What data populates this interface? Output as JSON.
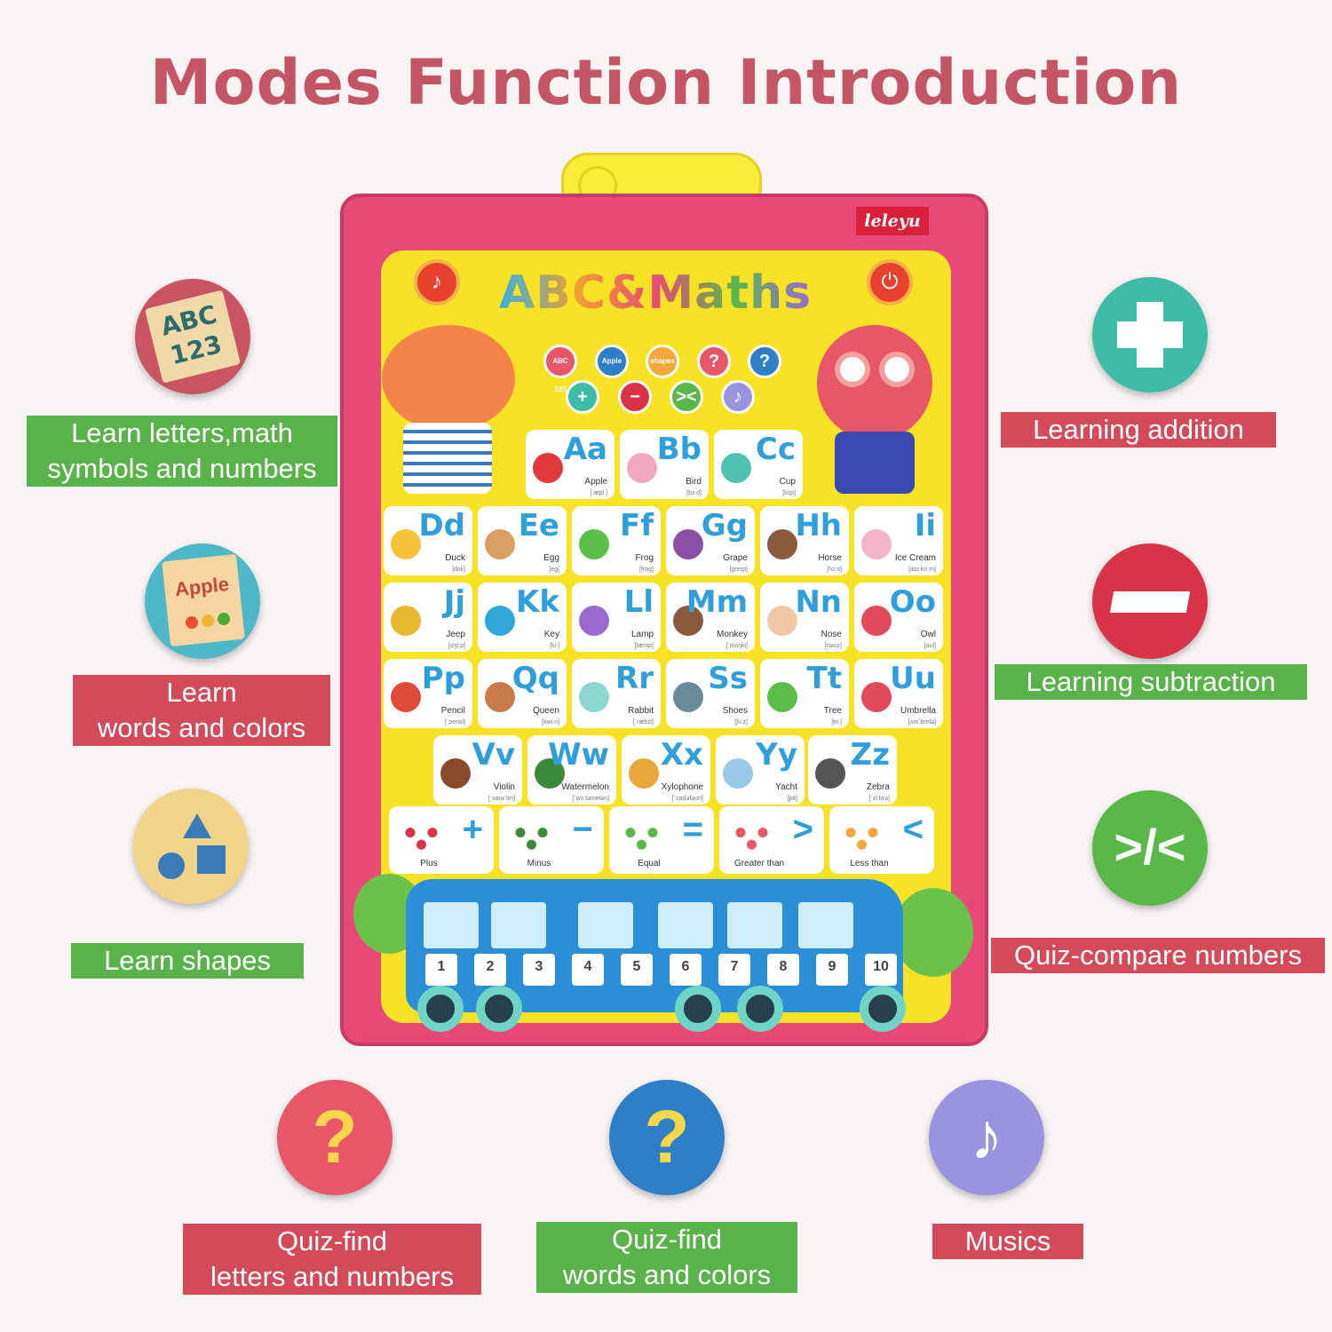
{
  "title": "Modes Function Introduction",
  "poster": {
    "brand": "leleyu",
    "heading": "ABC&Maths",
    "mode_icons": [
      "ABC 123",
      "Apple",
      "shapes",
      "?",
      "?",
      "+",
      "−",
      "><",
      "♪"
    ],
    "letters": [
      {
        "big": "Aa",
        "word": "Apple",
        "ipa": "[ æpl ]",
        "color": "#e03a3a"
      },
      {
        "big": "Bb",
        "word": "Bird",
        "ipa": "[bɜːd]",
        "color": "#f0a8c0"
      },
      {
        "big": "Cc",
        "word": "Cup",
        "ipa": "[kʌp]",
        "color": "#4fc2b0"
      },
      {
        "big": "Dd",
        "word": "Duck",
        "ipa": "[dʌk]",
        "color": "#f5c23a"
      },
      {
        "big": "Ee",
        "word": "Egg",
        "ipa": "[eg]",
        "color": "#d9a066"
      },
      {
        "big": "Ff",
        "word": "Frog",
        "ipa": "[frɒg]",
        "color": "#5bbf4a"
      },
      {
        "big": "Gg",
        "word": "Grape",
        "ipa": "[greɪp]",
        "color": "#8a4fa8"
      },
      {
        "big": "Hh",
        "word": "Horse",
        "ipa": "[hɔːs]",
        "color": "#8b5a3c"
      },
      {
        "big": "Ii",
        "word": "Ice Cream",
        "ipa": "[aɪs kriːm]",
        "color": "#f2b6c8"
      },
      {
        "big": "Jj",
        "word": "Jeep",
        "ipa": "[dʒiːp]",
        "color": "#e8b830"
      },
      {
        "big": "Kk",
        "word": "Key",
        "ipa": "[kiː]",
        "color": "#2fa8d8"
      },
      {
        "big": "Ll",
        "word": "Lamp",
        "ipa": "[læmp]",
        "color": "#9a6ad0"
      },
      {
        "big": "Mm",
        "word": "Monkey",
        "ipa": "[ˈmʌŋki]",
        "color": "#8b5a3c"
      },
      {
        "big": "Nn",
        "word": "Nose",
        "ipa": "[nəʊz]",
        "color": "#f0c8a8"
      },
      {
        "big": "Oo",
        "word": "Owl",
        "ipa": "[aʊl]",
        "color": "#e04a5a"
      },
      {
        "big": "Pp",
        "word": "Pencil",
        "ipa": "[ˈpensl]",
        "color": "#e04a3a"
      },
      {
        "big": "Qq",
        "word": "Queen",
        "ipa": "[kwiːn]",
        "color": "#c87a4a"
      },
      {
        "big": "Rr",
        "word": "Rabbit",
        "ipa": "[ˈræbɪt]",
        "color": "#8ad8d0"
      },
      {
        "big": "Ss",
        "word": "Shoes",
        "ipa": "[ʃuːz]",
        "color": "#6a8a9a"
      },
      {
        "big": "Tt",
        "word": "Tree",
        "ipa": "[triː]",
        "color": "#5bbf4a"
      },
      {
        "big": "Uu",
        "word": "Umbrella",
        "ipa": "[ʌmˈbrelə]",
        "color": "#e04a5a"
      },
      {
        "big": "Vv",
        "word": "Violin",
        "ipa": "[ˌvaɪəˈlɪn]",
        "color": "#8b4a2a"
      },
      {
        "big": "Ww",
        "word": "Watermelon",
        "ipa": "[ˈwɔːtəmelən]",
        "color": "#3a8a3a"
      },
      {
        "big": "Xx",
        "word": "Xylophone",
        "ipa": "[ˈzaɪləfəʊn]",
        "color": "#e8a83a"
      },
      {
        "big": "Yy",
        "word": "Yacht",
        "ipa": "[jɒt]",
        "color": "#9ac8e8"
      },
      {
        "big": "Zz",
        "word": "Zebra",
        "ipa": "[ˈziːbrə]",
        "color": "#555555"
      }
    ],
    "math": [
      {
        "sym": "+",
        "word": "Plus"
      },
      {
        "sym": "−",
        "word": "Minus"
      },
      {
        "sym": "=",
        "word": "Equal"
      },
      {
        "sym": ">",
        "word": "Greater than"
      },
      {
        "sym": "<",
        "word": "Less than"
      }
    ],
    "numbers": [
      "1",
      "2",
      "3",
      "4",
      "5",
      "6",
      "7",
      "8",
      "9",
      "10"
    ]
  },
  "features": {
    "letters": {
      "line1": "Learn letters,math",
      "line2": "symbols and numbers",
      "icon_text": "ABC 123"
    },
    "words": {
      "line1": "Learn",
      "line2": "words and colors",
      "icon_text": "Apple"
    },
    "shapes": {
      "line1": "Learn shapes"
    },
    "addition": {
      "line1": "Learning addition"
    },
    "subtraction": {
      "line1": "Learning subtraction"
    },
    "compare": {
      "line1": "Quiz-compare numbers"
    },
    "quiz_letters": {
      "line1": "Quiz-find",
      "line2": "letters and numbers"
    },
    "quiz_words": {
      "line1": "Quiz-find",
      "line2": "words and colors"
    },
    "music": {
      "line1": "Musics"
    }
  },
  "colors": {
    "title": "#c45565",
    "label_red": "#d34a5a",
    "label_green": "#5ab34a",
    "poster_pink": "#e84a78",
    "poster_yellow": "#f7e226"
  }
}
